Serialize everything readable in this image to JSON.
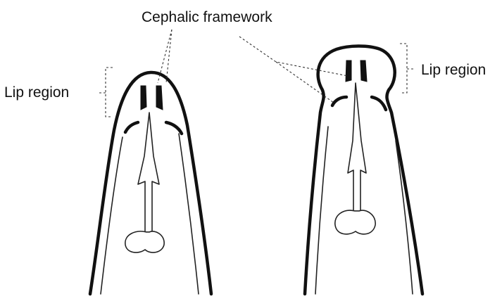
{
  "labels": {
    "cephalic_framework": "Cephalic framework",
    "lip_region_left": "Lip region",
    "lip_region_right": "Lip region"
  },
  "colors": {
    "ink": "#111111",
    "background": "#ffffff"
  }
}
